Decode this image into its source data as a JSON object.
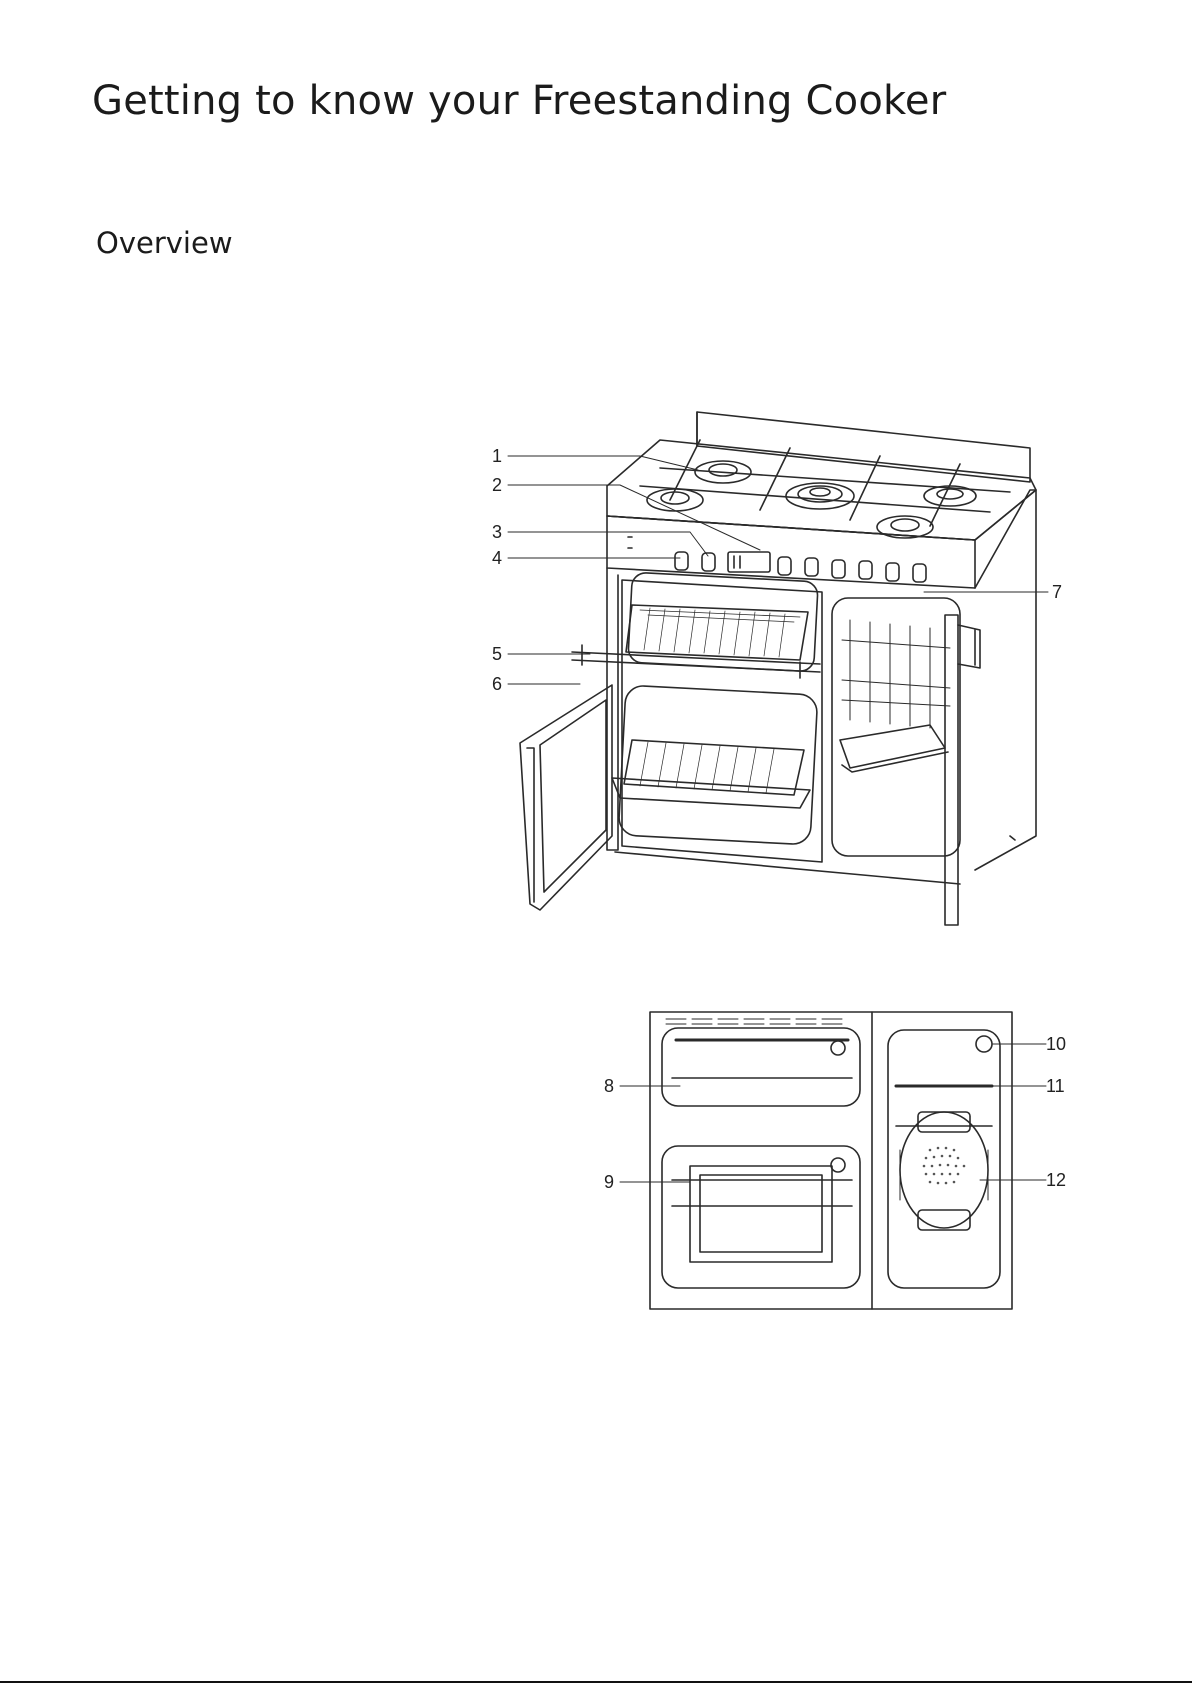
{
  "page": {
    "title": "Getting to know your Freestanding Cooker",
    "section": "Overview"
  },
  "figure_front": {
    "callouts": [
      "1",
      "2",
      "3",
      "4",
      "5",
      "6",
      "7"
    ]
  },
  "figure_interior": {
    "callouts": [
      "8",
      "9",
      "10",
      "11",
      "12"
    ]
  }
}
